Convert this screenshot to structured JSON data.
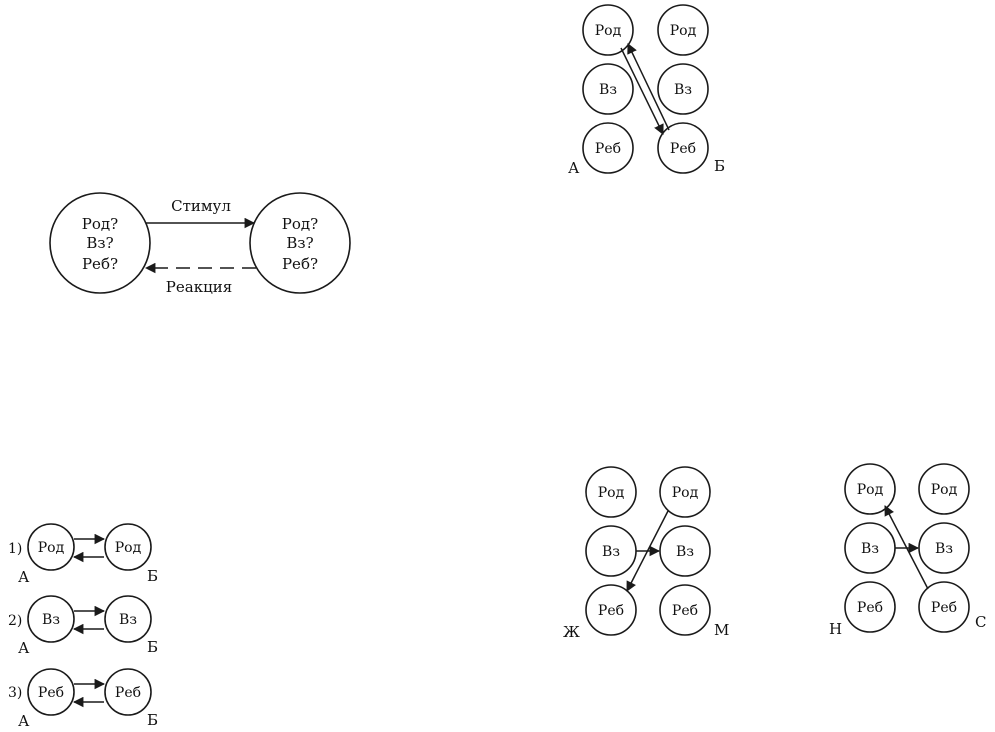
{
  "colors": {
    "ink": "#1a1a1a",
    "background": "#ffffff"
  },
  "big_diagram": {
    "left": {
      "line1": "Род?",
      "line2": "Вз?",
      "line3": "Реб?"
    },
    "right": {
      "line1": "Род?",
      "line2": "Вз?",
      "line3": "Реб?"
    },
    "stimulus": "Стимул",
    "reaction": "Реакция"
  },
  "top_right_diagram": {
    "left_column": [
      "Род",
      "Вз",
      "Реб"
    ],
    "right_column": [
      "Род",
      "Вз",
      "Реб"
    ],
    "left_corner": "А",
    "right_corner": "Б"
  },
  "small_pairs": [
    {
      "number": "1)",
      "left": "Род",
      "right": "Род",
      "left_corner": "А",
      "right_corner": "Б"
    },
    {
      "number": "2)",
      "left": "Вз",
      "right": "Вз",
      "left_corner": "А",
      "right_corner": "Б"
    },
    {
      "number": "3)",
      "left": "Реб",
      "right": "Реб",
      "left_corner": "А",
      "right_corner": "Б"
    }
  ],
  "cross_diagram_zh_m": {
    "left_column": [
      "Род",
      "Вз",
      "Реб"
    ],
    "right_column": [
      "Род",
      "Вз",
      "Реб"
    ],
    "left_corner": "Ж",
    "right_corner": "М"
  },
  "cross_diagram_n_s": {
    "left_column": [
      "Род",
      "Вз",
      "Реб"
    ],
    "right_column": [
      "Род",
      "Вз",
      "Реб"
    ],
    "left_corner": "Н",
    "right_corner": "С"
  }
}
